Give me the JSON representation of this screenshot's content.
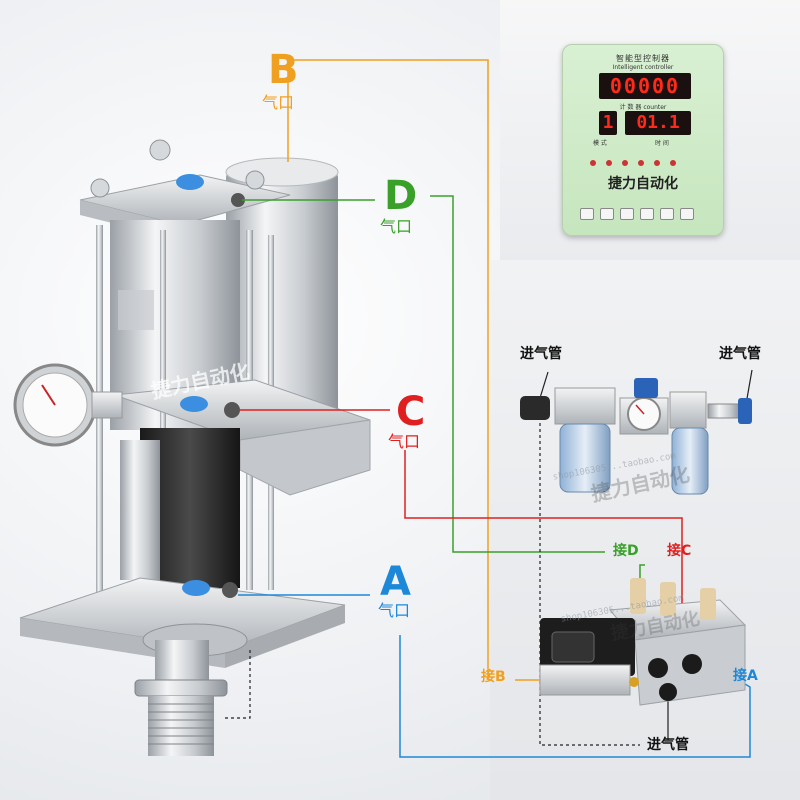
{
  "ports": {
    "B": {
      "letter": "B",
      "label": "气口",
      "color": "#f0a020"
    },
    "D": {
      "letter": "D",
      "label": "气口",
      "color": "#3aa02a"
    },
    "C": {
      "letter": "C",
      "label": "气口",
      "color": "#e02020"
    },
    "A": {
      "letter": "A",
      "label": "气口",
      "color": "#1e88d8"
    }
  },
  "connections": {
    "jie_d": "接D",
    "jie_c": "接C",
    "jie_b": "接B",
    "jie_a": "接A"
  },
  "pipes": {
    "inlet_left": "进气管",
    "inlet_right": "进气管",
    "inlet_bottom": "进气管"
  },
  "controller": {
    "title_cn": "智能型控制器",
    "title_en": "Intelligent  controller",
    "counter_display": "00000",
    "counter_label": "计 数 器 counter",
    "mode_display": "1",
    "time_display": "01.1",
    "label_left": "模 式",
    "label_right": "时 间",
    "brand": "捷力自动化"
  },
  "watermarks": {
    "body": "捷力自动化",
    "filter": "捷力自动化",
    "valve": "捷力自动化",
    "url1": "shop106305...taobao.com",
    "url2": "shop106305...taobao.com"
  }
}
